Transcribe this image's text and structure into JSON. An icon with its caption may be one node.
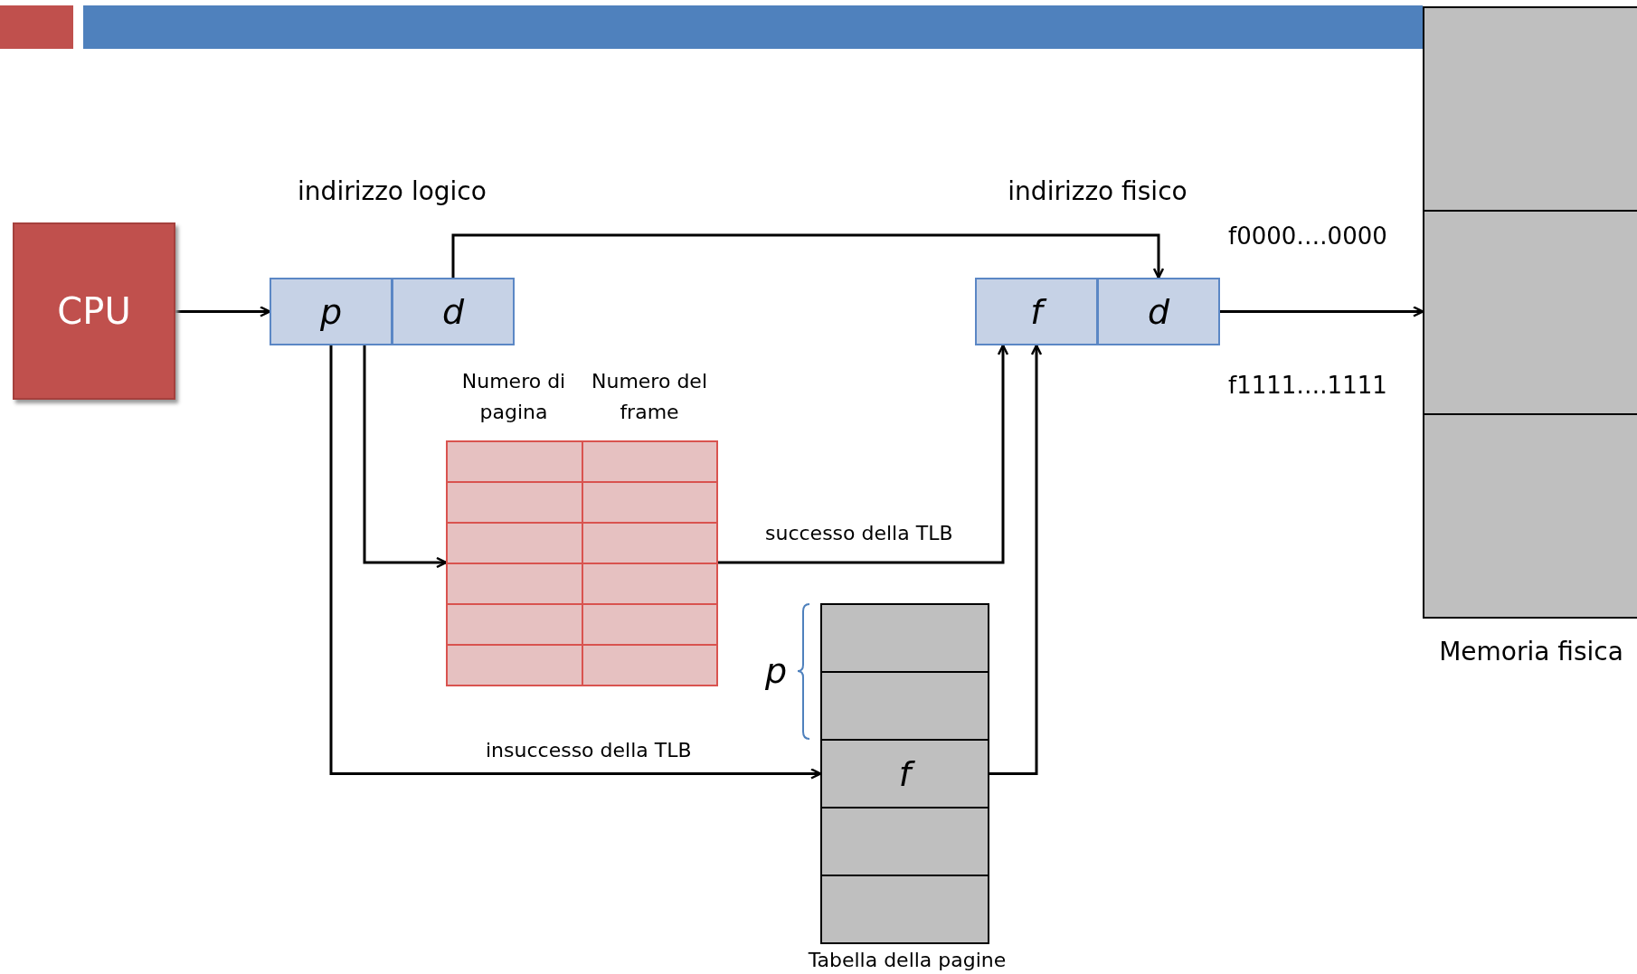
{
  "diagram": {
    "nodes": [
      {
        "text": [
          "CPU"
        ]
      },
      {
        "text": [
          "indirizzo logico"
        ]
      },
      {
        "text": [
          "p"
        ],
        "in": 1
      },
      {
        "text": [
          "d"
        ],
        "in": 1
      },
      {
        "text": [
          "indirizzo fisico"
        ]
      },
      {
        "text": [
          "f"
        ],
        "in": 4
      },
      {
        "text": [
          "d"
        ],
        "in": 4
      },
      {
        "text": [
          "Numero di pagina",
          "Numero del frame"
        ]
      },
      {
        "text": [
          "Tabella della pagine"
        ]
      },
      {
        "text": [],
        "shape": "box",
        "in": 8
      },
      {
        "text": [],
        "shape": "box",
        "in": 8
      },
      {
        "text": [
          "f"
        ],
        "in": 8
      },
      {
        "text": [],
        "shape": "box",
        "in": 8
      },
      {
        "text": [],
        "shape": "box",
        "in": 8
      },
      {
        "text": [
          "Memoria fisica"
        ]
      }
    ],
    "edges": [
      {
        "from": 0,
        "to": 2,
        "arrow": "to"
      },
      {
        "from": 3,
        "to": 6,
        "arrow": "to"
      },
      {
        "from": 2,
        "to": 7,
        "arrow": "to"
      },
      {
        "from": 2,
        "to": 11,
        "label": "insuccesso della TLB",
        "arrow": "to"
      },
      {
        "from": 7,
        "to": 5,
        "label": "successo della TLB",
        "arrow": "to"
      },
      {
        "from": 11,
        "to": 5,
        "arrow": "to"
      },
      {
        "from": 6,
        "to": 14,
        "arrow": "to"
      }
    ],
    "labels": [
      "f0000….0000",
      "f1111….1111",
      "p"
    ]
  }
}
